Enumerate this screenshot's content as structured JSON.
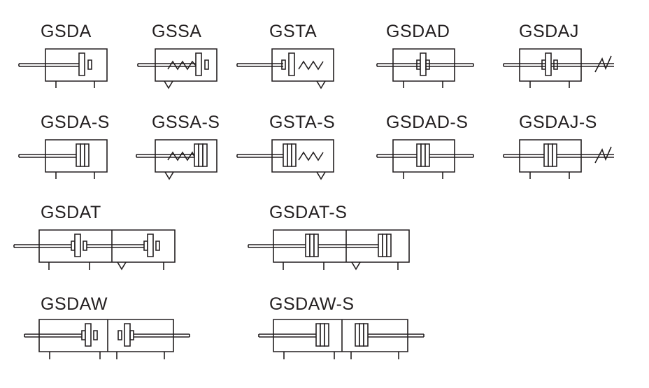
{
  "colors": {
    "stroke": "#231f20",
    "background": "#ffffff"
  },
  "symbols": [
    {
      "label": "GSDA"
    },
    {
      "label": "GSSA"
    },
    {
      "label": "GSTA"
    },
    {
      "label": "GSDAD"
    },
    {
      "label": "GSDAJ"
    },
    {
      "label": "GSDA-S"
    },
    {
      "label": "GSSA-S"
    },
    {
      "label": "GSTA-S"
    },
    {
      "label": "GSDAD-S"
    },
    {
      "label": "GSDAJ-S"
    },
    {
      "label": "GSDAT"
    },
    {
      "label": "GSDAT-S"
    },
    {
      "label": "GSDAW"
    },
    {
      "label": "GSDAW-S"
    }
  ]
}
